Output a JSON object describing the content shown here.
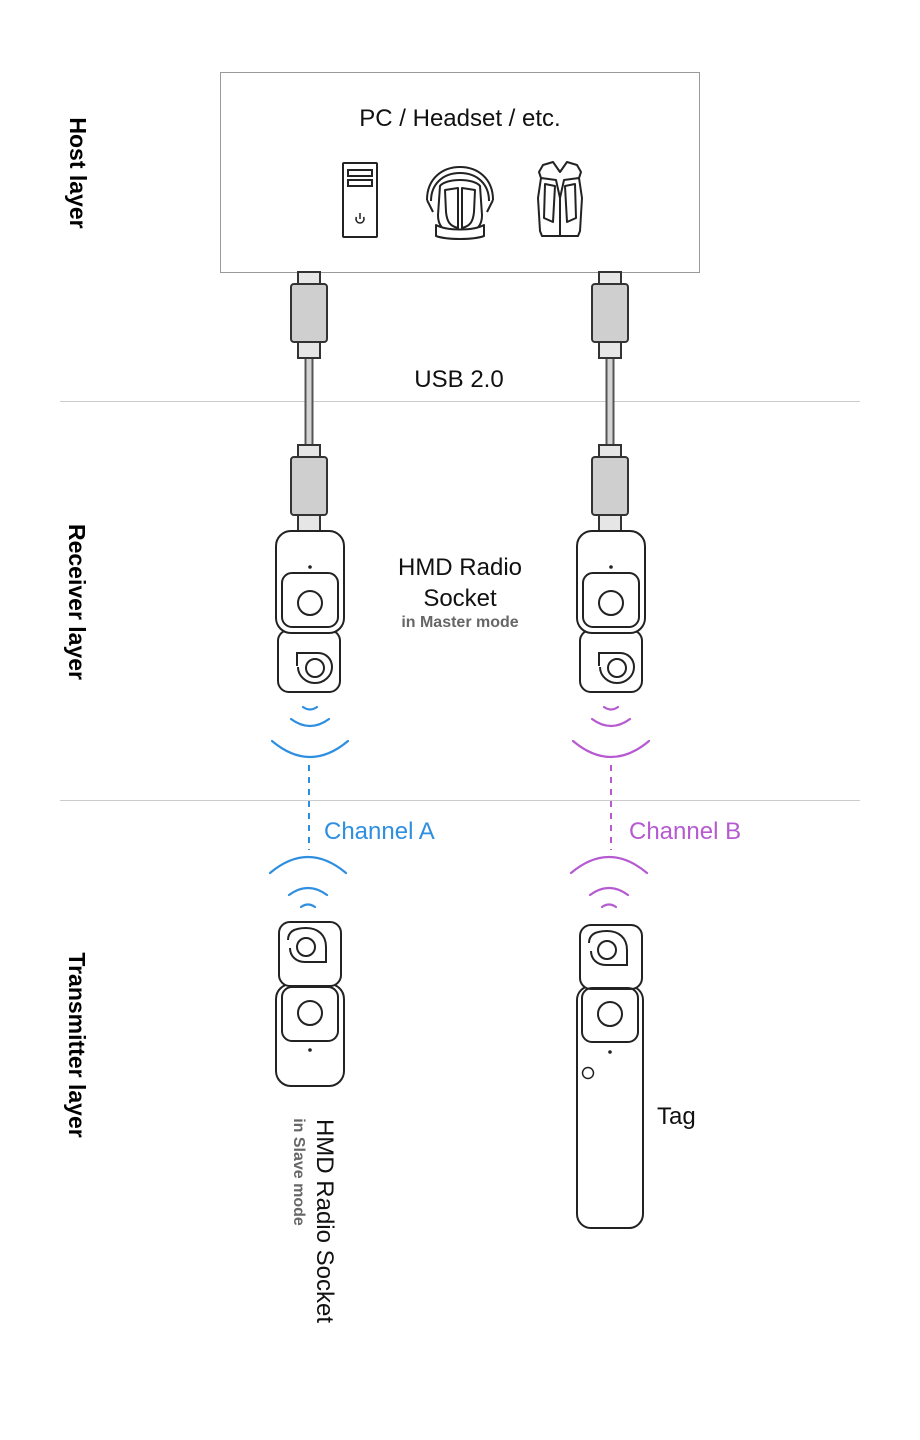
{
  "layers": {
    "host": "Host layer",
    "receiver": "Receiver layer",
    "transmitter": "Transmitter layer"
  },
  "host": {
    "title": "PC / Headset / etc.",
    "icons": [
      "pc-tower-icon",
      "vr-headset-icon",
      "backpack-pc-icon"
    ]
  },
  "connection": {
    "label": "USB 2.0"
  },
  "receiver": {
    "name_line1": "HMD Radio",
    "name_line2": "Socket",
    "mode": "in Master mode"
  },
  "channels": {
    "a": {
      "label": "Channel A",
      "color": "#2e8ee0"
    },
    "b": {
      "label": "Channel B",
      "color": "#b65ad1"
    }
  },
  "transmitter": {
    "socket_name": "HMD Radio Socket",
    "socket_mode": "in Slave mode",
    "tag_label": "Tag"
  },
  "colors": {
    "outline": "#222222",
    "divider": "#cccccc",
    "cable": "#555555",
    "connector_fill": "#cfcfcf"
  }
}
